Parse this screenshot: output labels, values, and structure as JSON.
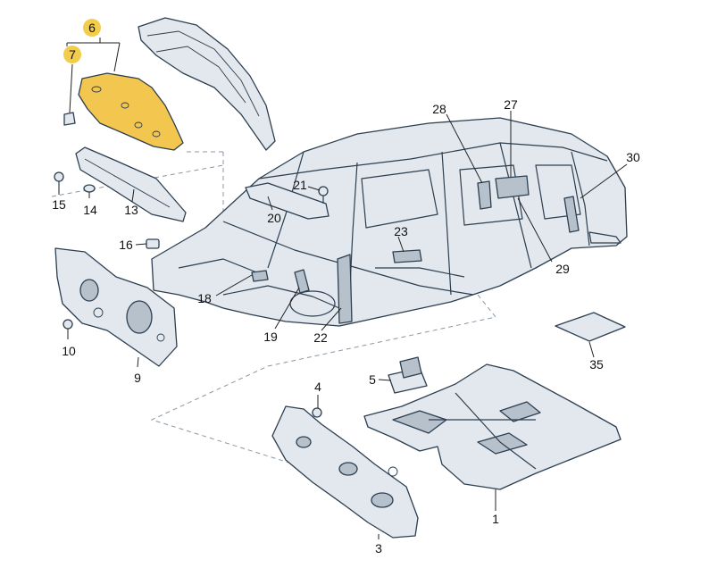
{
  "highlight_color": "#f2c64f",
  "part_color": "#e2e8ee",
  "outline_color": "#2c3e50",
  "callouts": [
    {
      "id": "1",
      "label": "1",
      "highlighted": false
    },
    {
      "id": "3",
      "label": "3",
      "highlighted": false
    },
    {
      "id": "4",
      "label": "4",
      "highlighted": false
    },
    {
      "id": "5",
      "label": "5",
      "highlighted": false
    },
    {
      "id": "6",
      "label": "6",
      "highlighted": true
    },
    {
      "id": "7",
      "label": "7",
      "highlighted": true
    },
    {
      "id": "9",
      "label": "9",
      "highlighted": false
    },
    {
      "id": "10",
      "label": "10",
      "highlighted": false
    },
    {
      "id": "13",
      "label": "13",
      "highlighted": false
    },
    {
      "id": "14",
      "label": "14",
      "highlighted": false
    },
    {
      "id": "15",
      "label": "15",
      "highlighted": false
    },
    {
      "id": "16",
      "label": "16",
      "highlighted": false
    },
    {
      "id": "18",
      "label": "18",
      "highlighted": false
    },
    {
      "id": "19",
      "label": "19",
      "highlighted": false
    },
    {
      "id": "20",
      "label": "20",
      "highlighted": false
    },
    {
      "id": "21",
      "label": "21",
      "highlighted": false
    },
    {
      "id": "22",
      "label": "22",
      "highlighted": false
    },
    {
      "id": "23",
      "label": "23",
      "highlighted": false
    },
    {
      "id": "27",
      "label": "27",
      "highlighted": false
    },
    {
      "id": "28",
      "label": "28",
      "highlighted": false
    },
    {
      "id": "29",
      "label": "29",
      "highlighted": false
    },
    {
      "id": "30",
      "label": "30",
      "highlighted": false
    },
    {
      "id": "35",
      "label": "35",
      "highlighted": false
    }
  ]
}
